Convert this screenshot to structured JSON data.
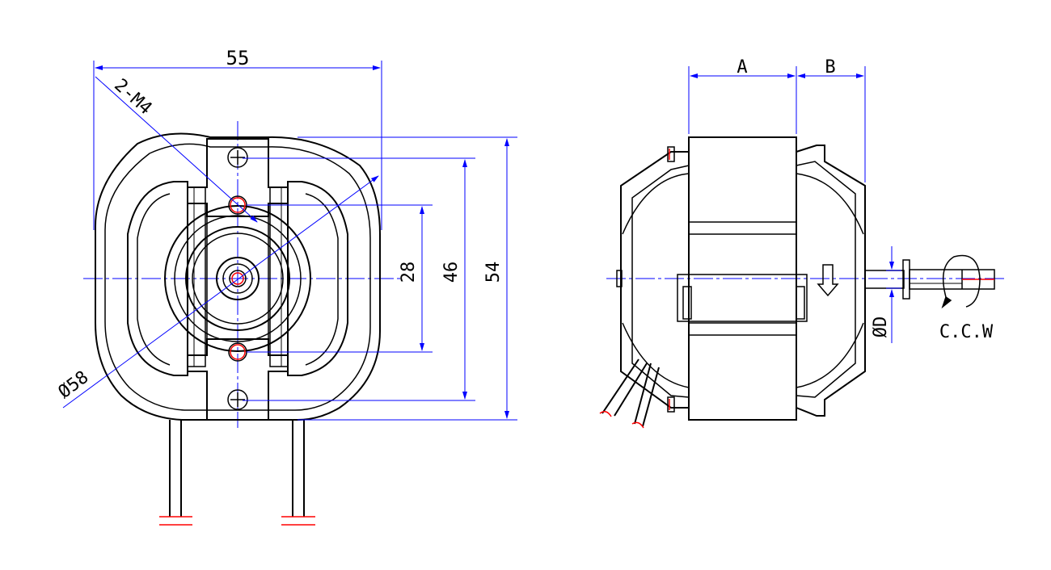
{
  "colors": {
    "outline": "#000000",
    "dimension": "#0000ff",
    "wire_end": "#ff0000"
  },
  "front_view": {
    "width_dim": "55",
    "screw_label": "2-M4",
    "hole_spacing_dim": "28",
    "bracket_height_dim": "46",
    "overall_height_dim": "54",
    "diameter_dim": "Ø58"
  },
  "side_view": {
    "stack_dim": "A",
    "offset_dim": "B",
    "shaft_dim": "ØD",
    "rotation_label": "C.C.W"
  }
}
